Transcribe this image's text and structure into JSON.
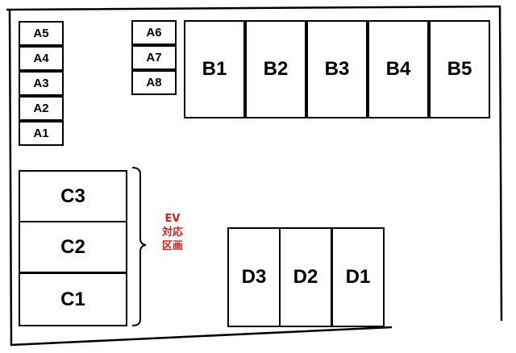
{
  "lot": {
    "zone_a": [
      "A5",
      "A4",
      "A3",
      "A2",
      "A1",
      "A6",
      "A7",
      "A8"
    ],
    "zone_b": [
      "B1",
      "B2",
      "B3",
      "B4",
      "B5"
    ],
    "zone_c": [
      "C3",
      "C2",
      "C1"
    ],
    "zone_d": [
      "D3",
      "D2",
      "D1"
    ],
    "ev_note": {
      "line1": "EV",
      "line2": "対応",
      "line3": "区画",
      "color": "#d81a1a"
    }
  }
}
